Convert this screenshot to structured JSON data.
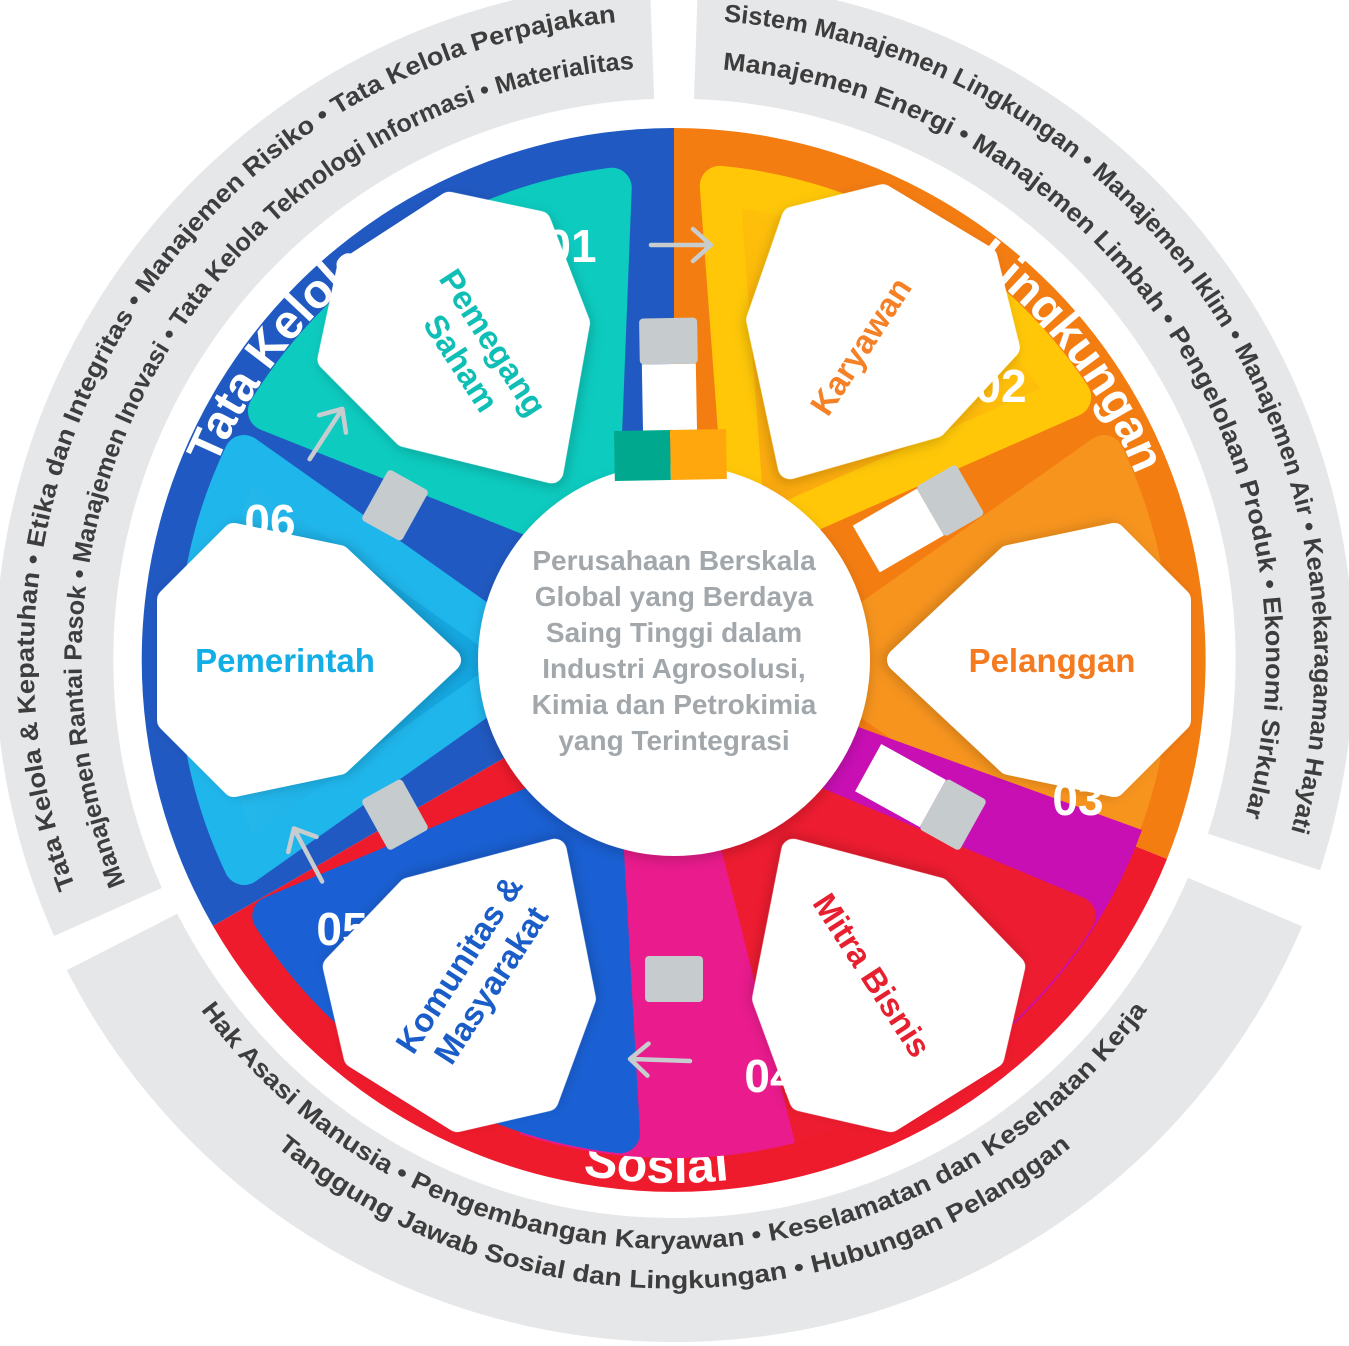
{
  "outer_ring": {
    "governance_line1": "Tata Kelola & Kepatuhan • Etika dan Integritas • Manajemen Risiko • Tata Kelola Perpajakan",
    "governance_line2": "Manajemen Rantai Pasok • Manajemen Inovasi • Tata Kelola Teknologi Informasi • Materialitas",
    "environment_line1": "Sistem Manajemen Lingkungan • Manajemen Iklim • Manajemen Air • Keanekaragaman Hayati",
    "environment_line2": "Manajemen Energi • Manajemen Limbah • Pengelolaan Produk • Ekonomi Sirkular",
    "social_line1": "Hak Asasi Manusia • Pengembangan Karyawan • Keselamatan dan Kesehatan Kerja",
    "social_line2": "Tanggung Jawab Sosial dan Lingkungan • Hubungan Pelanggan"
  },
  "sectors": {
    "governance": {
      "label": "Tata Kelola",
      "color": "#2159C2"
    },
    "environment": {
      "label": "Lingkungan",
      "color": "#F47D12"
    },
    "social": {
      "label": "Sosial",
      "color": "#EE1B2C"
    }
  },
  "stakeholders": [
    {
      "number": "01",
      "name": "Pemegang Saham",
      "line1": "Pemegang",
      "line2": "Saham",
      "color": "#0DCBBF",
      "text_color": "#0FBFB6"
    },
    {
      "number": "02",
      "name": "Karyawan",
      "line1": "Karyawan",
      "line2": "",
      "color": "#FFC708",
      "text_color": "#F58025"
    },
    {
      "number": "03",
      "name": "Pelanggan",
      "line1": "Pelanggan",
      "line2": "",
      "color": "#F7941E",
      "text_color": "#F47B20"
    },
    {
      "number": "04",
      "name": "Mitra Bisnis",
      "line1": "Mitra Bisnis",
      "line2": "",
      "color": "#EE1C30",
      "text_color": "#E6202E"
    },
    {
      "number": "05",
      "name": "Komunitas & Masyarakat",
      "line1": "Komunitas &",
      "line2": "Masyarakat",
      "color": "#1A60D4",
      "text_color": "#1A5DC8"
    },
    {
      "number": "06",
      "name": "Pemerintah",
      "line1": "Pemerintah",
      "line2": "",
      "color": "#1FB6EC",
      "text_color": "#12AEE5"
    }
  ],
  "accents": {
    "magenta": "#C80FB4",
    "pink": "#EA1B8D"
  },
  "center_text": {
    "lines": [
      "Perusahaan Berskala",
      "Global yang Berdaya",
      "Saing Tinggi dalam",
      "Industri Agrosolusi,",
      "Kimia dan Petrokimia",
      "yang Terintegrasi"
    ]
  }
}
